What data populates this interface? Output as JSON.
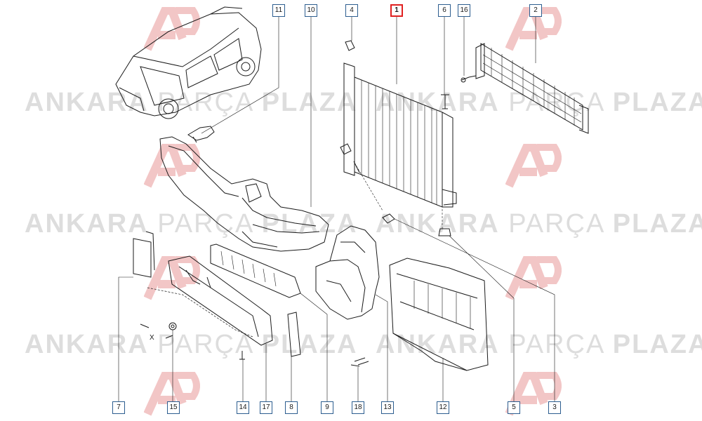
{
  "watermark": {
    "part1": "ANKARA",
    "part2": "PARÇA",
    "part3": "PLAZA",
    "logo_letters": "AP",
    "color": "#b4b4b4",
    "logo_color": "#f2c6c6"
  },
  "callouts": {
    "c11": "11",
    "c10": "10",
    "c4": "4",
    "c1": "1",
    "c6": "6",
    "c16": "16",
    "c2": "2",
    "c7": "7",
    "c15": "15",
    "c14": "14",
    "c17": "17",
    "c8": "8",
    "c9": "9",
    "c18": "18",
    "c13": "13",
    "c12": "12",
    "c5": "5",
    "c3": "3"
  },
  "highlighted_callout": "1",
  "highlight_color": "#e02020",
  "callout_border_color": "#2c5d8f",
  "fastener_mark": "X",
  "parts": [
    "vehicle",
    "radiator",
    "condenser",
    "air-deflector",
    "bracket",
    "lower-shield",
    "side-guides",
    "fan-shroud",
    "support-frame",
    "screws-clips"
  ]
}
